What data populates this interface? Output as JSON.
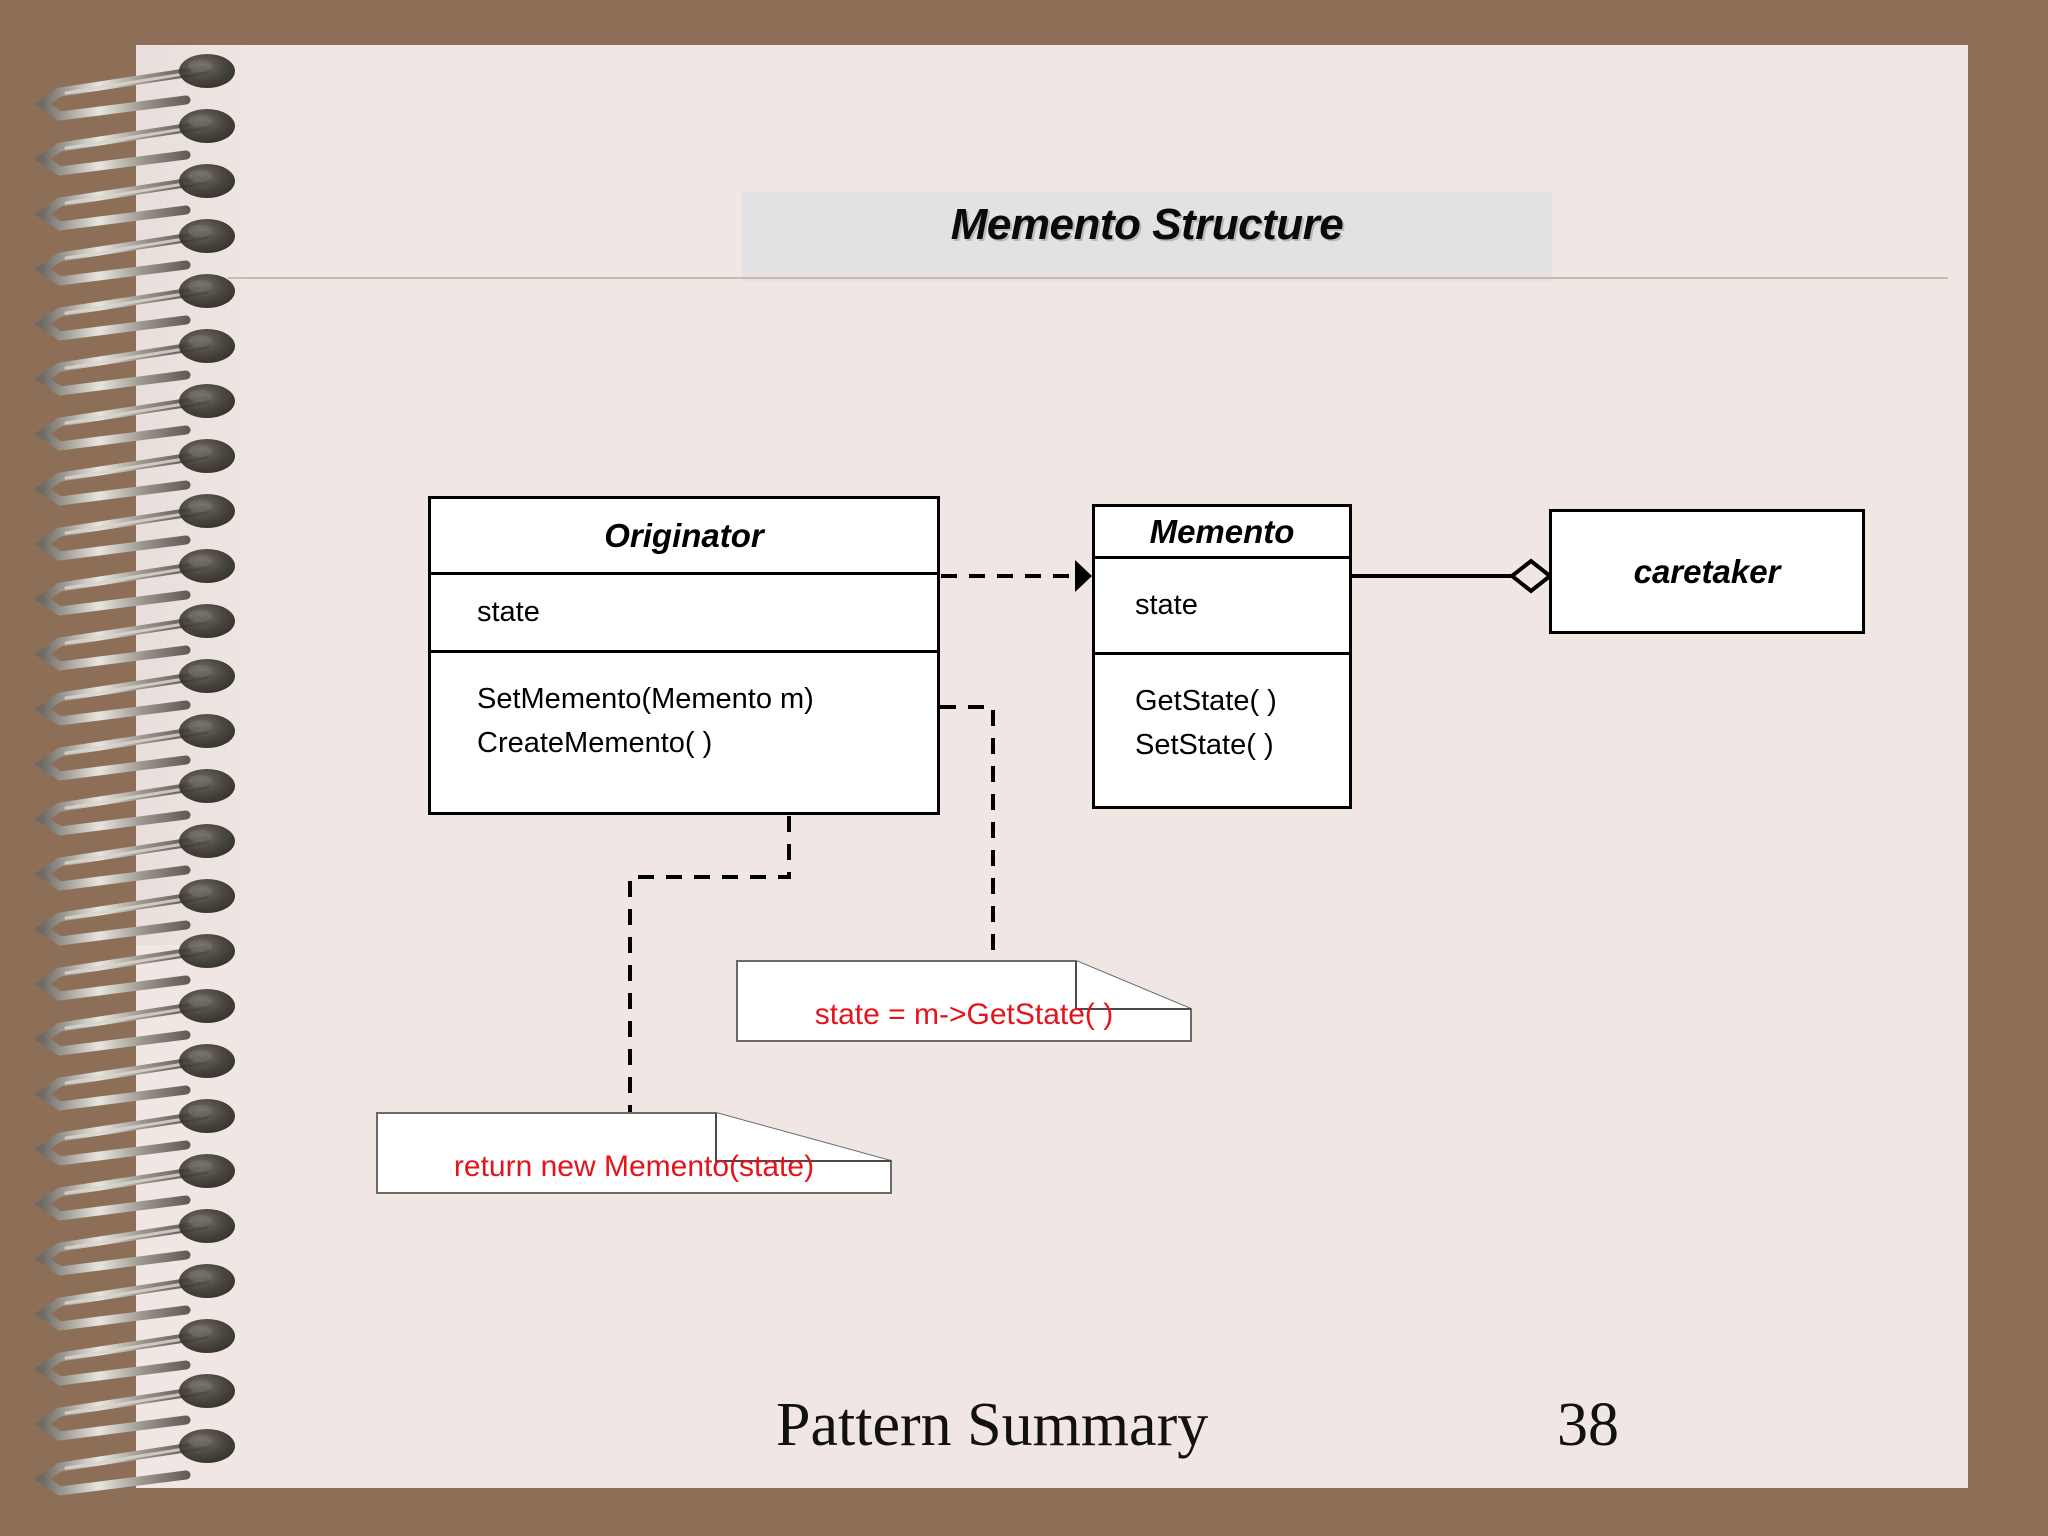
{
  "slide": {
    "title": "Memento Structure",
    "footer_title": "Pattern Summary",
    "page_number": "38",
    "colors": {
      "binder_brown": "#8d6e57",
      "page_background": "#f0e7e4",
      "title_band": "#e3e1e4",
      "title_rule": "#c9bba6",
      "note_text_red": "#e4141b",
      "stroke_black": "#000000"
    }
  },
  "diagram": {
    "type": "uml-class-diagram",
    "classes": [
      {
        "id": "originator",
        "name": "Originator",
        "attributes": [
          "state"
        ],
        "operations": [
          "SetMemento(Memento m)",
          "CreateMemento( )"
        ]
      },
      {
        "id": "memento",
        "name": "Memento",
        "attributes": [
          "state"
        ],
        "operations": [
          "GetState( )",
          "SetState( )"
        ]
      },
      {
        "id": "caretaker",
        "name": "caretaker",
        "attributes": [],
        "operations": []
      }
    ],
    "relationships": [
      {
        "from": "originator",
        "to": "memento",
        "kind": "dependency",
        "style": "dashed-open-arrow"
      },
      {
        "from": "caretaker",
        "to": "memento",
        "kind": "aggregation",
        "style": "solid-hollow-diamond"
      }
    ],
    "notes": [
      {
        "id": "note-get",
        "text": "state = m->GetState( )",
        "anchored_to": "originator.SetMemento(Memento m)"
      },
      {
        "id": "note-new",
        "text": "return new Memento(state)",
        "anchored_to": "originator.CreateMemento( )"
      }
    ]
  }
}
